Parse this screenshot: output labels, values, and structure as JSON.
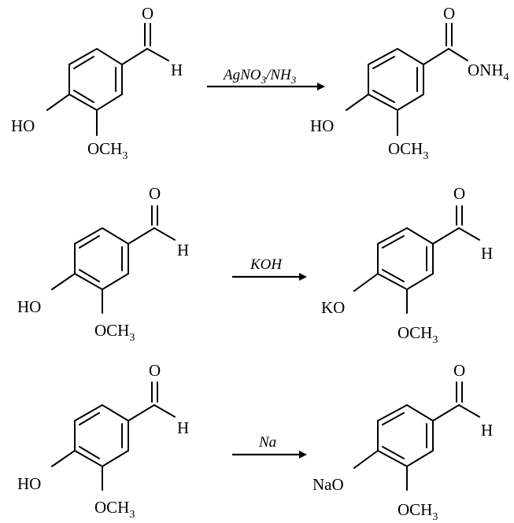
{
  "reactions": [
    {
      "reactant": {
        "o": "O",
        "h": "H",
        "ho": "HO",
        "och3_main": "OCH",
        "och3_sub": "3"
      },
      "reagent": {
        "p1": "AgNO",
        "s1": "3",
        "p2": "/NH",
        "s2": "3"
      },
      "product": {
        "o": "O",
        "onh4_main": "ONH",
        "onh4_sub": "4",
        "ho": "HO",
        "och3_main": "OCH",
        "och3_sub": "3"
      }
    },
    {
      "reactant": {
        "o": "O",
        "h": "H",
        "ho": "HO",
        "och3_main": "OCH",
        "och3_sub": "3"
      },
      "reagent": {
        "p1": "KOH"
      },
      "product": {
        "o": "O",
        "h": "H",
        "ko": "KO",
        "och3_main": "OCH",
        "och3_sub": "3"
      }
    },
    {
      "reactant": {
        "o": "O",
        "h": "H",
        "ho": "HO",
        "och3_main": "OCH",
        "och3_sub": "3"
      },
      "reagent": {
        "p1": "Na"
      },
      "product": {
        "o": "O",
        "h": "H",
        "nao": "NaO",
        "och3_main": "OCH",
        "och3_sub": "3"
      }
    }
  ],
  "colors": {
    "ink": "#000000",
    "background": "#ffffff"
  }
}
